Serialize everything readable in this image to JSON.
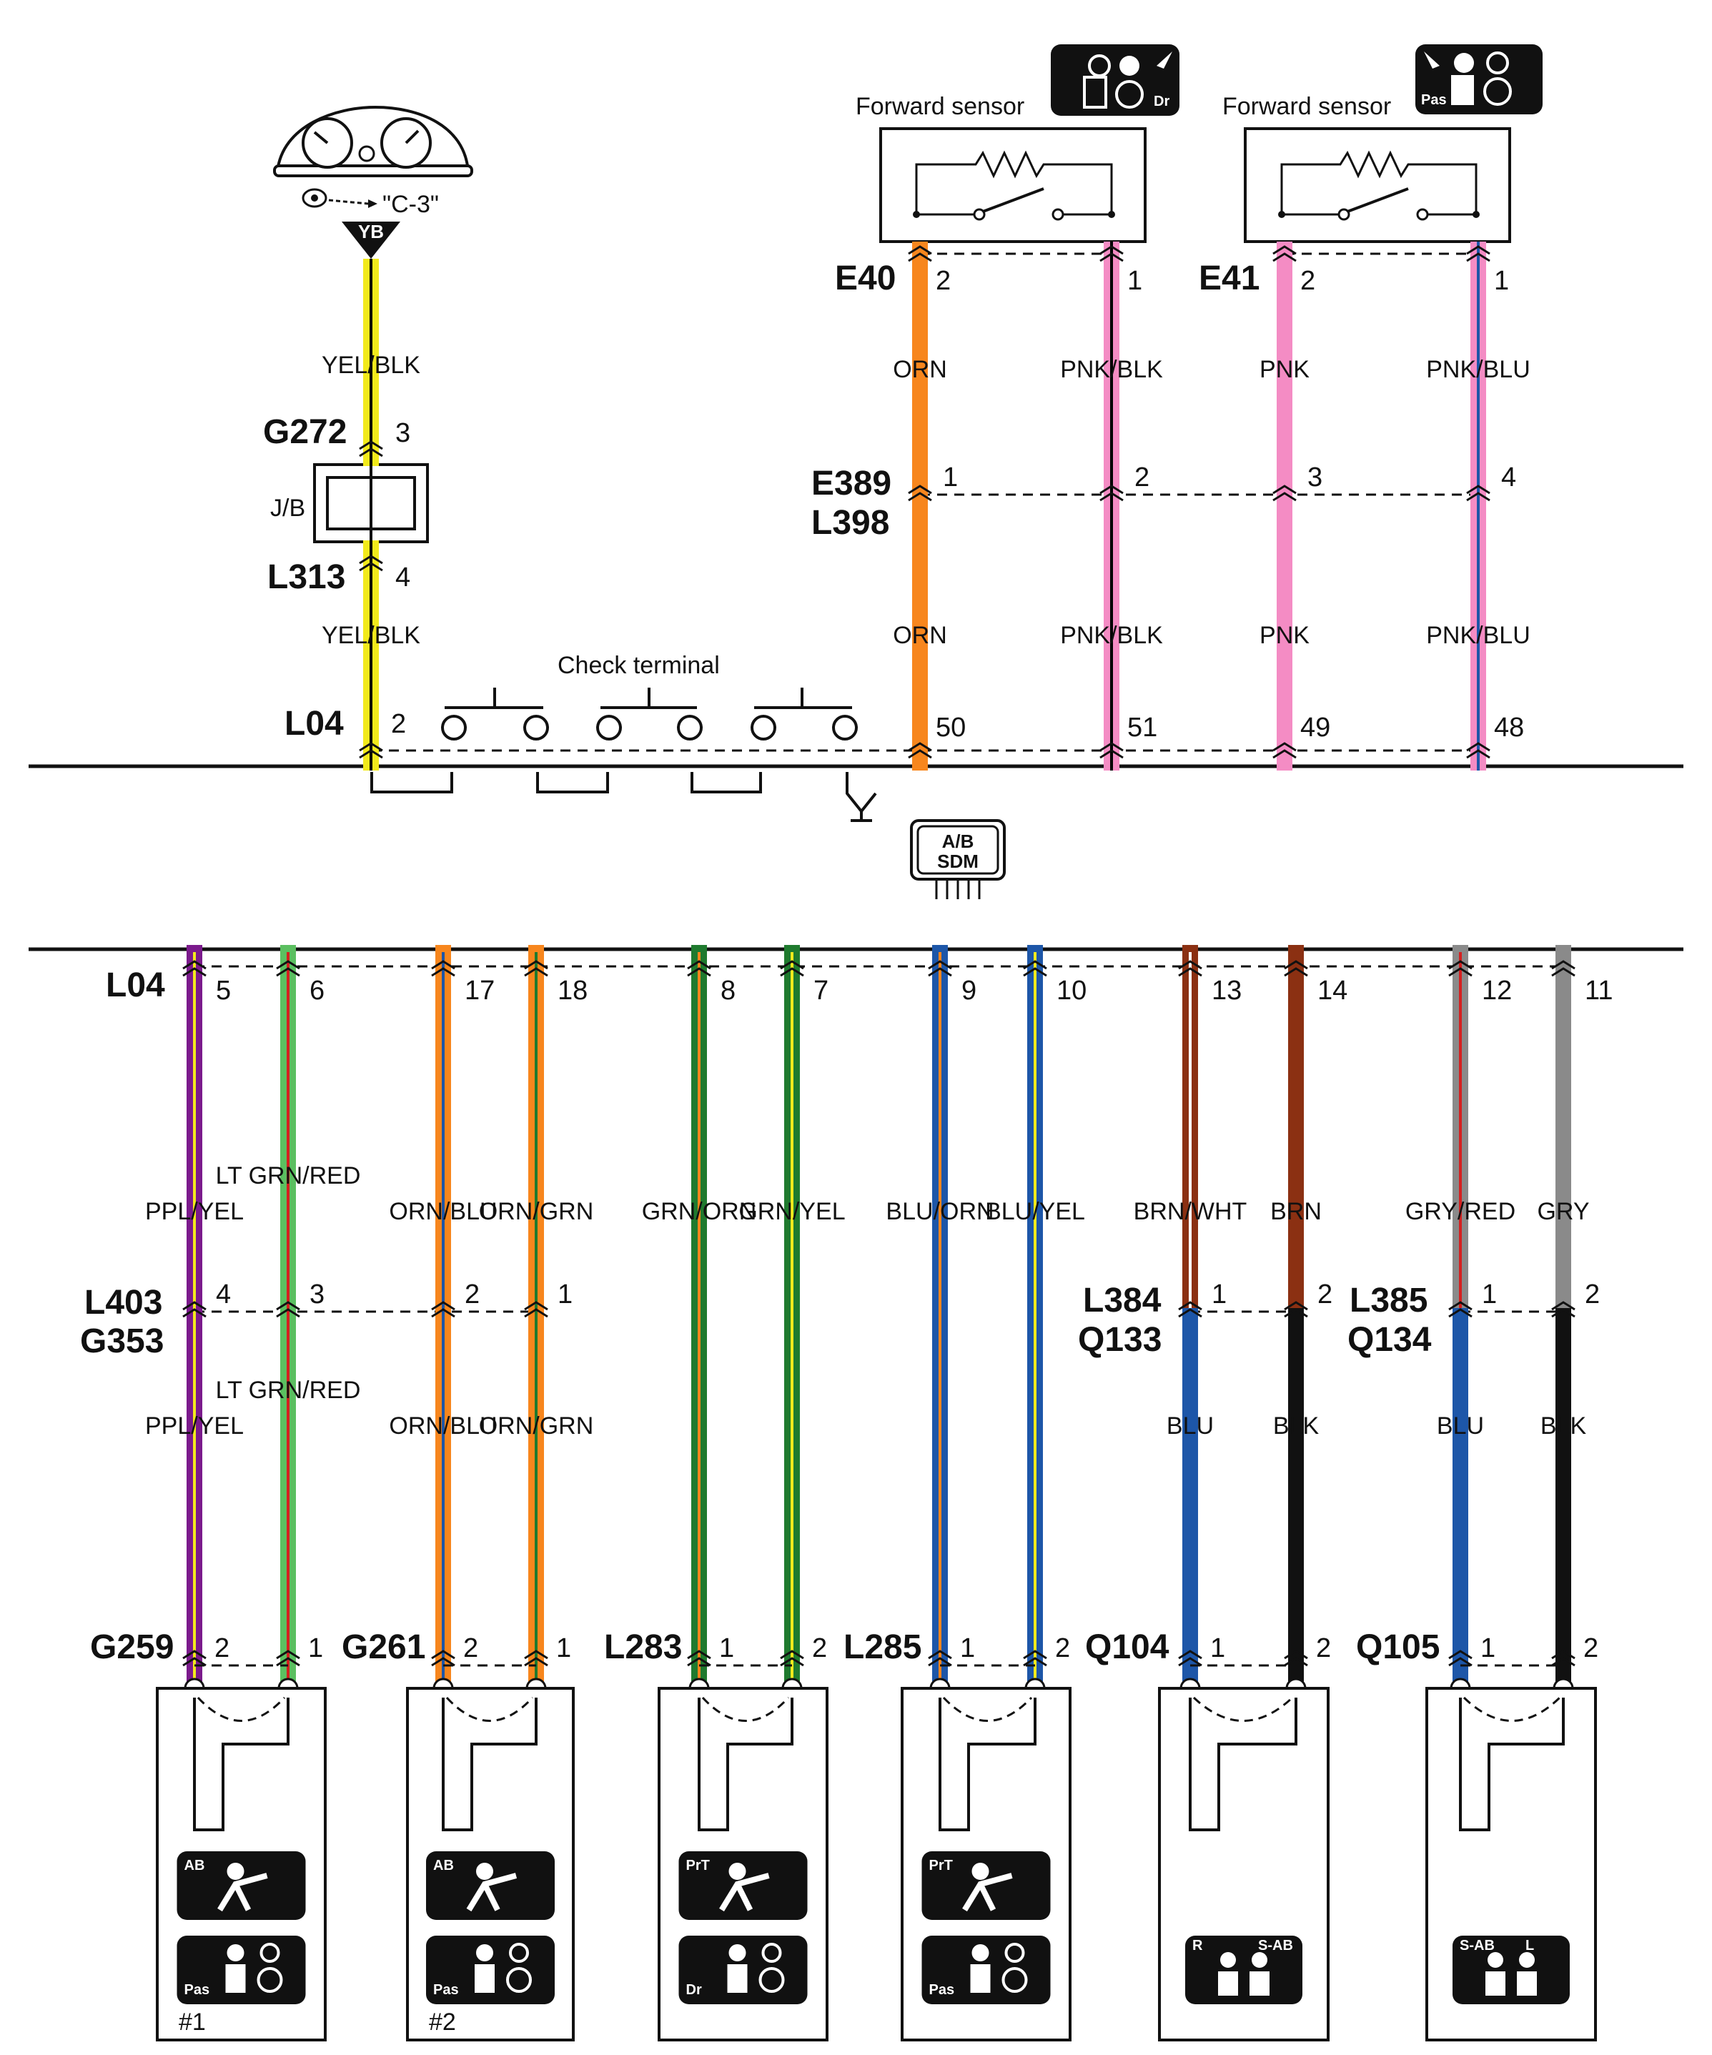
{
  "meter": {
    "icon": "instrument-cluster-icon",
    "ref_label": "\"C-3\"",
    "badge": "YB"
  },
  "jb_label": "J/B",
  "check_terminal_label": "Check terminal",
  "sdm": {
    "line1": "A/B",
    "line2": "SDM"
  },
  "sensors": [
    {
      "title": "Forward sensor",
      "badge_icon": "driver-airbag-icon",
      "badge_tag": "Dr",
      "connector": "E40"
    },
    {
      "title": "Forward sensor",
      "badge_icon": "passenger-airbag-icon",
      "badge_tag": "Pas",
      "connector": "E41"
    }
  ],
  "connectors": {
    "g272": "G272",
    "l313": "L313",
    "l04_top": "L04",
    "l04_bottom": "L04",
    "e389": "E389",
    "l398": "L398",
    "l403": "L403",
    "g353": "G353",
    "l384": "L384",
    "q133": "Q133",
    "l385": "L385",
    "q134": "Q134"
  },
  "top_wires": [
    {
      "pin_top": "3",
      "pin_jb": "4",
      "pin_sdm": "2",
      "label_top": "YEL/BLK",
      "label_bottom": "YEL/BLK",
      "color": "#f2ea1c",
      "stripe": "#000000"
    },
    {
      "pin_top": "2",
      "pin_mid": "1",
      "pin_sdm": "50",
      "label_top": "ORN",
      "label_bottom": "ORN",
      "color": "#f7861d",
      "stripe": ""
    },
    {
      "pin_top": "1",
      "pin_mid": "2",
      "pin_sdm": "51",
      "label_top": "PNK/BLK",
      "label_bottom": "PNK/BLK",
      "color": "#f48cc4",
      "stripe": "#000000"
    },
    {
      "pin_top": "2",
      "pin_mid": "3",
      "pin_sdm": "49",
      "label_top": "PNK",
      "label_bottom": "PNK",
      "color": "#f48cc4",
      "stripe": ""
    },
    {
      "pin_top": "1",
      "pin_mid": "4",
      "pin_sdm": "48",
      "label_top": "PNK/BLU",
      "label_bottom": "PNK/BLU",
      "color": "#f48cc4",
      "stripe": "#1d56a8"
    }
  ],
  "bottom_wires": [
    {
      "pin_sdm": "5",
      "label_top": "PPL/YEL",
      "pin_mid": "4",
      "label_bottom": "PPL/YEL",
      "pin_end": "2",
      "color": "#7b1a8c",
      "stripe": "#f2ea1c",
      "color2": "#7b1a8c",
      "stripe2": "#f2ea1c"
    },
    {
      "pin_sdm": "6",
      "label_top": "LT GRN/RED",
      "pin_mid": "3",
      "label_bottom": "LT GRN/RED",
      "pin_end": "1",
      "color": "#5bbf60",
      "stripe": "#d42020",
      "color2": "#5bbf60",
      "stripe2": "#d42020"
    },
    {
      "pin_sdm": "17",
      "label_top": "ORN/BLU",
      "pin_mid": "2",
      "label_bottom": "ORN/BLU",
      "pin_end": "2",
      "color": "#f7861d",
      "stripe": "#1d56a8",
      "color2": "#f7861d",
      "stripe2": "#1d56a8"
    },
    {
      "pin_sdm": "18",
      "label_top": "ORN/GRN",
      "pin_mid": "1",
      "label_bottom": "ORN/GRN",
      "pin_end": "1",
      "color": "#f7861d",
      "stripe": "#1f7a2e",
      "color2": "#f7861d",
      "stripe2": "#1f7a2e"
    },
    {
      "pin_sdm": "8",
      "label_top": "GRN/ORN",
      "pin_mid": "",
      "label_bottom": "",
      "pin_end": "1",
      "color": "#1f7a2e",
      "stripe": "#f7861d",
      "color2": "#1f7a2e",
      "stripe2": "#f7861d"
    },
    {
      "pin_sdm": "7",
      "label_top": "GRN/YEL",
      "pin_mid": "",
      "label_bottom": "",
      "pin_end": "2",
      "color": "#1f7a2e",
      "stripe": "#f2ea1c",
      "color2": "#1f7a2e",
      "stripe2": "#f2ea1c"
    },
    {
      "pin_sdm": "9",
      "label_top": "BLU/ORN",
      "pin_mid": "",
      "label_bottom": "",
      "pin_end": "1",
      "color": "#1d56a8",
      "stripe": "#f7861d",
      "color2": "#1d56a8",
      "stripe2": "#f7861d"
    },
    {
      "pin_sdm": "10",
      "label_top": "BLU/YEL",
      "pin_mid": "",
      "label_bottom": "",
      "pin_end": "2",
      "color": "#1d56a8",
      "stripe": "#f2ea1c",
      "color2": "#1d56a8",
      "stripe2": "#f2ea1c"
    },
    {
      "pin_sdm": "13",
      "label_top": "BRN/WHT",
      "pin_mid": "1",
      "label_bottom": "BLU",
      "pin_end": "1",
      "color": "#8b3012",
      "stripe": "#ffffff",
      "color2": "#1d56a8",
      "stripe2": ""
    },
    {
      "pin_sdm": "14",
      "label_top": "BRN",
      "pin_mid": "2",
      "label_bottom": "BLK",
      "pin_end": "2",
      "color": "#8b3012",
      "stripe": "",
      "color2": "#111111",
      "stripe2": ""
    },
    {
      "pin_sdm": "12",
      "label_top": "GRY/RED",
      "pin_mid": "1",
      "label_bottom": "BLU",
      "pin_end": "1",
      "color": "#8a8a8a",
      "stripe": "#d42020",
      "color2": "#1d56a8",
      "stripe2": ""
    },
    {
      "pin_sdm": "11",
      "label_top": "GRY",
      "pin_mid": "2",
      "label_bottom": "BLK",
      "pin_end": "2",
      "color": "#8a8a8a",
      "stripe": "",
      "color2": "#111111",
      "stripe2": ""
    }
  ],
  "modules": [
    {
      "connector": "G259",
      "icon1": "passenger-front-airbag-icon",
      "icon1_tag": "AB",
      "icon2": "passenger-seat-icon",
      "icon2_tag": "Pas",
      "caption": "#1"
    },
    {
      "connector": "G261",
      "icon1": "passenger-front-airbag-icon",
      "icon1_tag": "AB",
      "icon2": "passenger-seat-icon",
      "icon2_tag": "Pas",
      "caption": "#2"
    },
    {
      "connector": "L283",
      "icon1": "pretensioner-icon",
      "icon1_tag": "PrT",
      "icon2": "driver-seat-icon",
      "icon2_tag": "Dr",
      "caption": ""
    },
    {
      "connector": "L285",
      "icon1": "pretensioner-icon",
      "icon1_tag": "PrT",
      "icon2": "passenger-seat-icon",
      "icon2_tag": "Pas",
      "caption": ""
    },
    {
      "connector": "Q104",
      "icon1": "side-airbag-right-icon",
      "icon1_tag": "R",
      "icon1_tag2": "S-AB",
      "icon2": "",
      "caption": ""
    },
    {
      "connector": "Q105",
      "icon1": "side-airbag-left-icon",
      "icon1_tag": "S-AB",
      "icon1_tag2": "L",
      "icon2": "",
      "caption": ""
    }
  ]
}
